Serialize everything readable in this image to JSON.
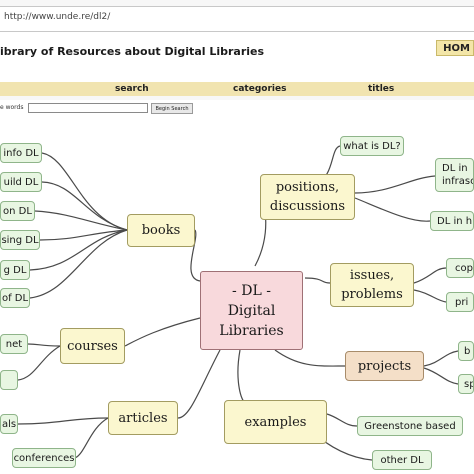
{
  "browser": {
    "url": "http://www.unde.re/dl2/"
  },
  "header": {
    "title": "ibrary of Resources about Digital Libraries",
    "home_label": "HOM"
  },
  "nav": {
    "search": "search",
    "categories": "categories",
    "titles": "titles"
  },
  "search_bar": {
    "label": "e words",
    "input_value": "",
    "button_label": "Begin Search"
  },
  "mindmap": {
    "center": {
      "line1": "- DL -",
      "line2": "Digital",
      "line3": "Libraries"
    },
    "branches": {
      "books": "books",
      "courses": "courses",
      "articles": "articles",
      "positions": {
        "line1": "positions,",
        "line2": "discussions"
      },
      "issues": {
        "line1": "issues,",
        "line2": "problems"
      },
      "projects": "projects",
      "examples": "examples"
    },
    "leaves": {
      "info_dl": "info DL",
      "build_dl": "uild DL",
      "on_dl": "on DL",
      "sing_dl": "sing DL",
      "g_dl": "g DL",
      "of_dl": "of DL",
      "net": "net",
      "courses_small": "",
      "als": "als",
      "conferences": "conferences",
      "what_is_dl": "what is DL?",
      "dl_infra_1": "DL in",
      "dl_infra_2": "infrasc",
      "dl_h": "DL in h",
      "cop": "cop",
      "pri": "pri",
      "b": "b",
      "sp": "sp",
      "greenstone": "Greenstone based",
      "other_dl": "other DL"
    }
  },
  "colors": {
    "leaf_fill": "#e8f6e2",
    "branch_fill": "#fbf7cf",
    "center_fill": "#f8d9dc",
    "projects_fill": "#f4dfc8",
    "nav_fill": "#f1e4b0"
  }
}
